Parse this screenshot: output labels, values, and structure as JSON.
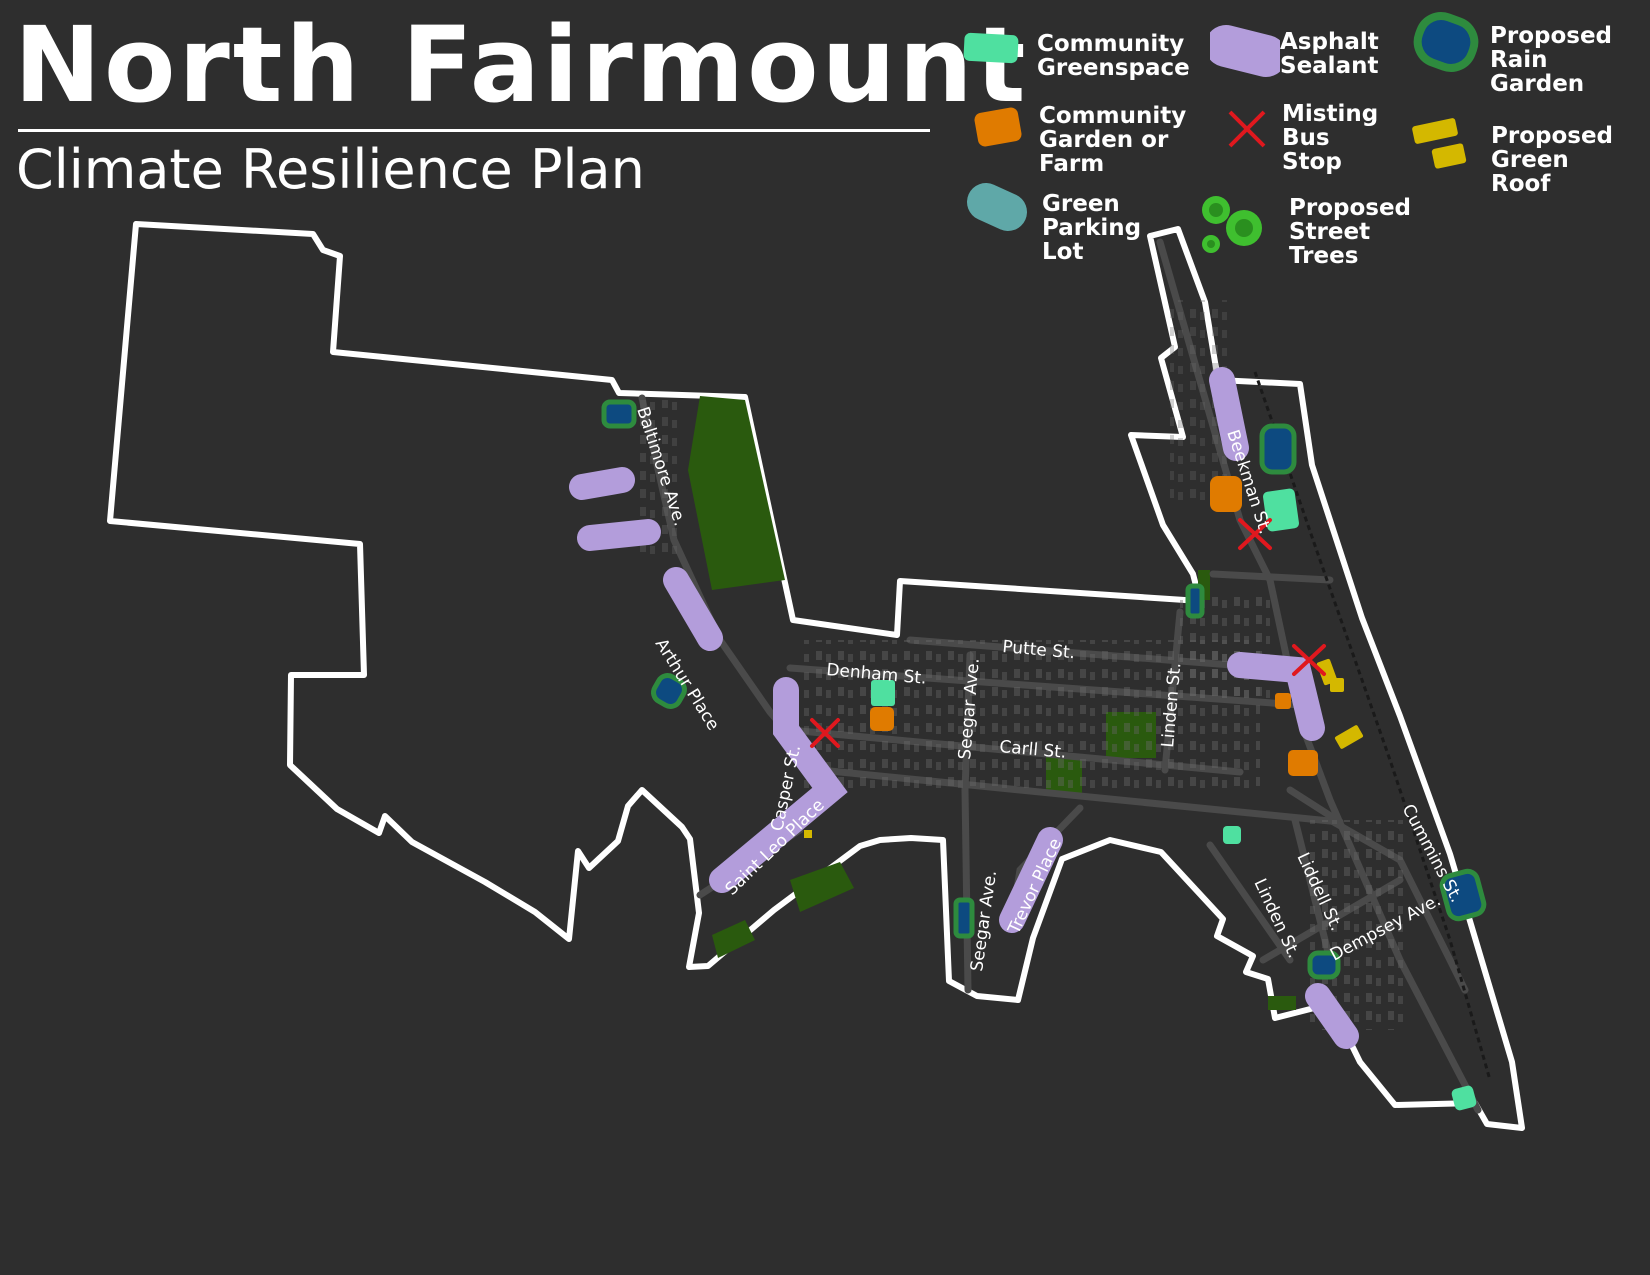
{
  "title": "North Fairmount",
  "subtitle": "Climate Resilience Plan",
  "legend": {
    "community_greenspace": {
      "label": "Community\nGreenspace",
      "color": "#4fe0a0"
    },
    "asphalt_sealant": {
      "label": "Asphalt\nSealant",
      "color": "#b39ddb"
    },
    "rain_garden": {
      "label": "Proposed\nRain\nGarden",
      "color": "#2e8b3e",
      "fill": "#0d4a80"
    },
    "community_garden": {
      "label": "Community\nGarden or\nFarm",
      "color": "#e07b00"
    },
    "bus_stop": {
      "label": "Misting\nBus\nStop",
      "color": "#e0181e"
    },
    "green_roof": {
      "label": "Proposed\nGreen\nRoof",
      "color": "#d4b800"
    },
    "green_parking": {
      "label": "Green\nParking\nLot",
      "color": "#5fa8a8"
    },
    "street_trees": {
      "label": "Proposed\nStreet\nTrees",
      "color": "#3fbf2f"
    }
  },
  "streets": {
    "baltimore": "Baltimore Ave.",
    "arthur": "Arthur Place",
    "denham": "Denham St.",
    "seegar_n": "Seegar Ave.",
    "putte": "Putte St.",
    "linden_n": "Linden St.",
    "carll": "Carll St.",
    "casper": "Casper St.",
    "saint_leo": "Saint Leo Place",
    "seegar_s": "Seegar Ave.",
    "trevor": "Trevor Place",
    "beekman": "Beekman St.",
    "cummins": "Cummins St.",
    "liddell": "Liddell St.",
    "linden_s": "Linden St.",
    "dempsey": "Dempsey Ave."
  },
  "colors": {
    "background": "#2e2e2e",
    "boundary": "#ffffff",
    "road": "#4a4a4a",
    "park": "#2a5a0e",
    "building": "#6a6a6a"
  }
}
